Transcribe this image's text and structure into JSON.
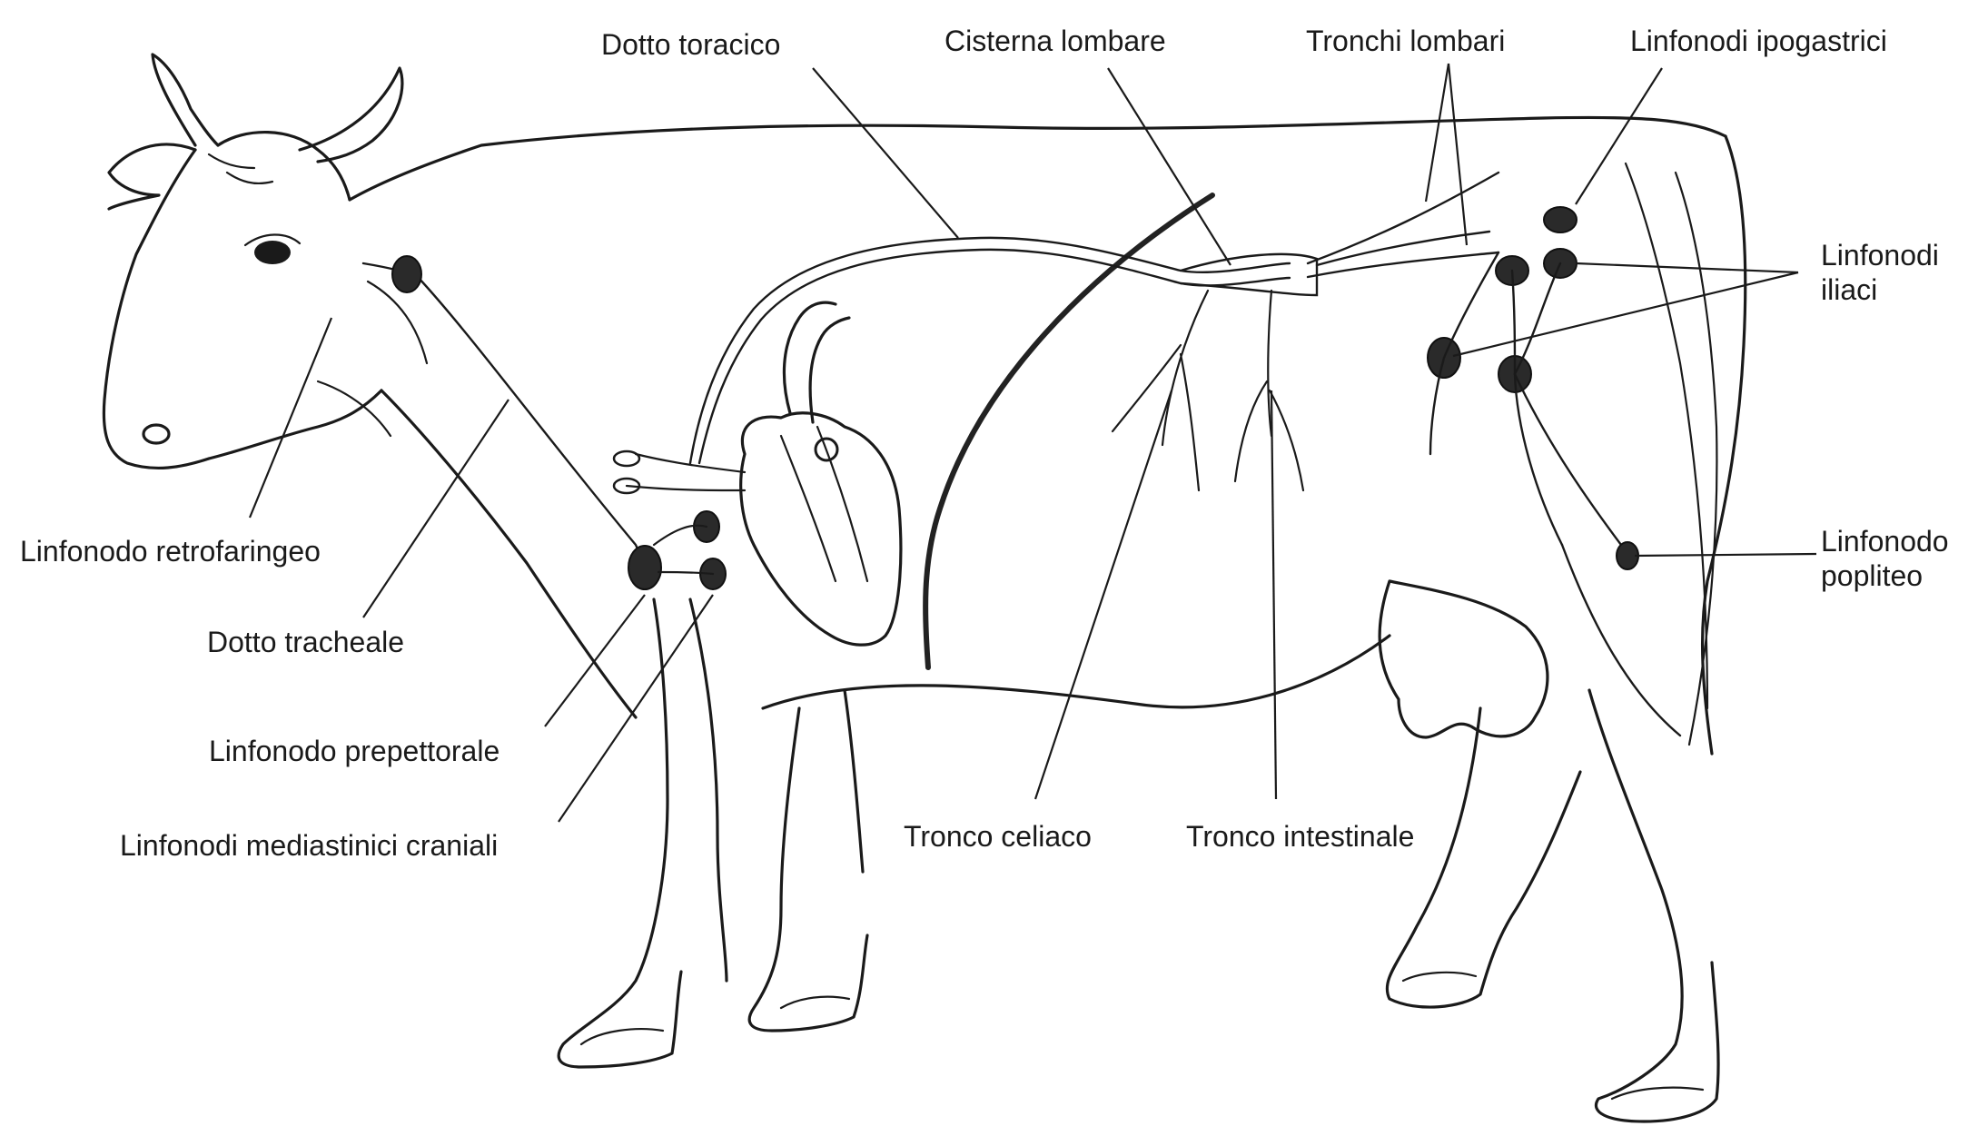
{
  "labels": {
    "dotto_toracico": "Dotto toracico",
    "cisterna_lombare": "Cisterna lombare",
    "tronchi_lombari": "Tronchi lombari",
    "linfonodi_ipogastrici": "Linfonodi ipogastrici",
    "linfonodi_iliaci_1": "Linfonodi",
    "linfonodi_iliaci_2": "iliaci",
    "linfonodo_popliteo_1": "Linfonodo",
    "linfonodo_popliteo_2": "popliteo",
    "linfonodo_retrofaringeo": "Linfonodo retrofaringeo",
    "dotto_tracheale": "Dotto tracheale",
    "linfonodo_prepettorale": "Linfonodo prepettorale",
    "linfonodi_mediastinici_craniali": "Linfonodi mediastinici craniali",
    "tronco_celiaco": "Tronco celiaco",
    "tronco_intestinale": "Tronco intestinale"
  }
}
